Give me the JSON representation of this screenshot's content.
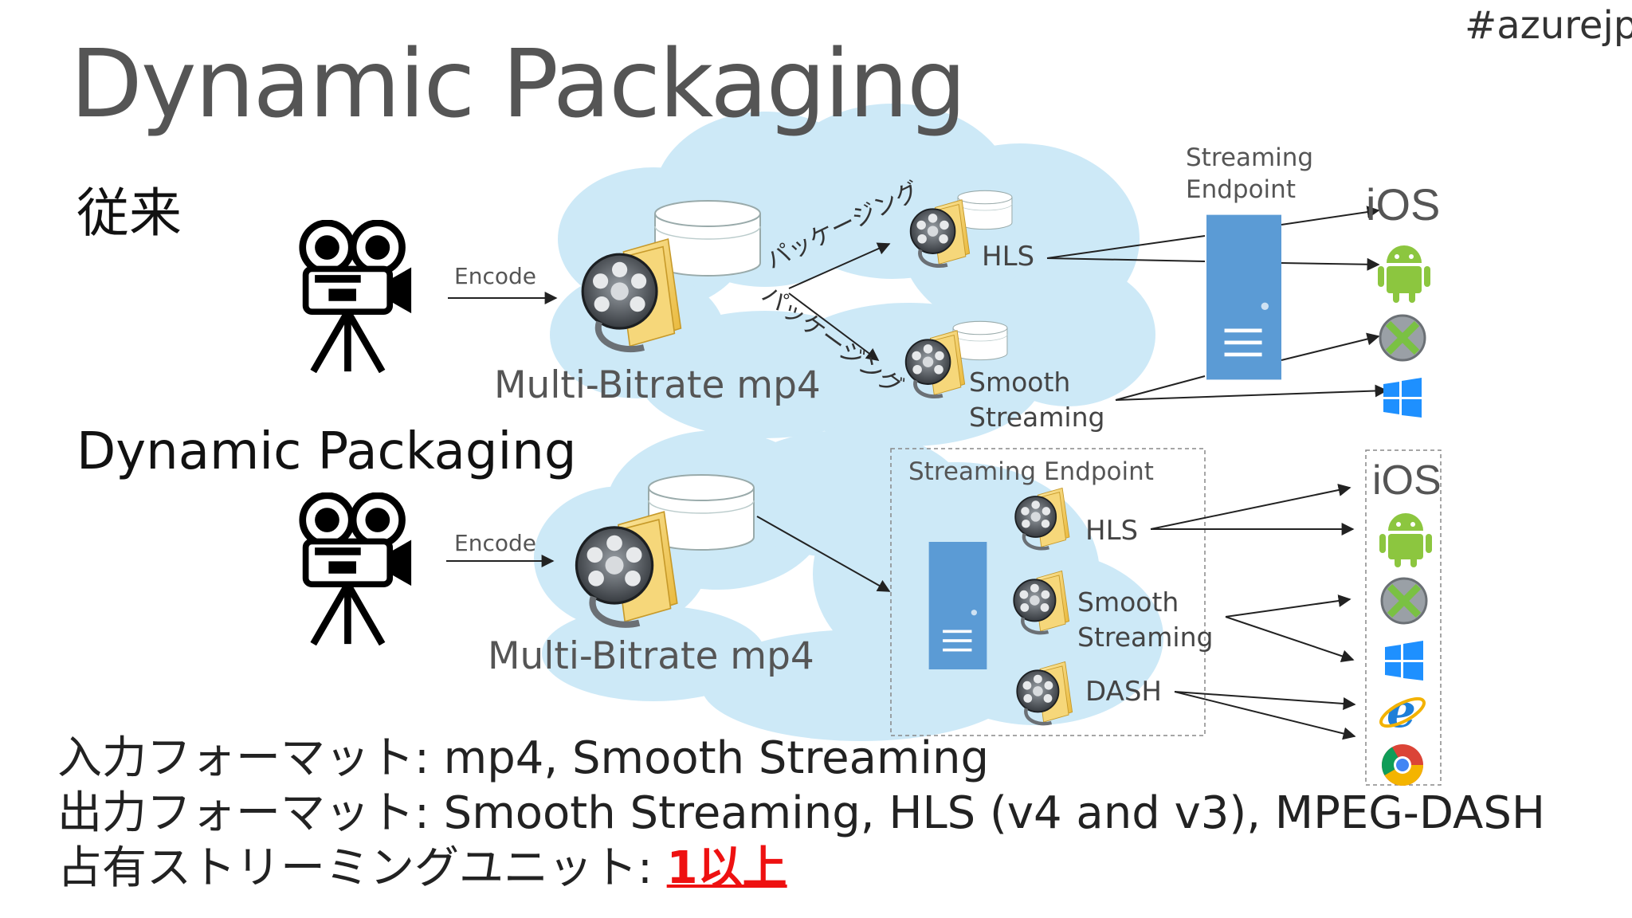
{
  "tag": "#azurejp",
  "title": "Dynamic Packaging",
  "section_legacy": "従来",
  "section_dynamic": "Dynamic Packaging",
  "encode_label": "Encode",
  "asset_label": "Multi-Bitrate mp4",
  "packaging_label": "パッケージング",
  "streaming_endpoint_2line": [
    "Streaming",
    "Endpoint"
  ],
  "streaming_endpoint": "Streaming Endpoint",
  "formats": {
    "hls": "HLS",
    "smooth": [
      "Smooth",
      "Streaming"
    ],
    "dash": "DASH"
  },
  "platform_icons": [
    "ios-logo",
    "android-icon",
    "xbox-icon",
    "windows-icon",
    "ie-icon",
    "chrome-icon"
  ],
  "ios_text": "iOS",
  "bottom": {
    "input": "入力フォーマット: mp4, Smooth Streaming",
    "output": "出力フォーマット: Smooth Streaming, HLS (v4 and v3), MPEG-DASH",
    "unit_label": "占有ストリーミングユニット: ",
    "unit_value": "1以上"
  },
  "colors": {
    "cloud": "#cde9f7",
    "server": "#5b9bd5",
    "accent_red": "#e11111",
    "android": "#8cc63f"
  }
}
